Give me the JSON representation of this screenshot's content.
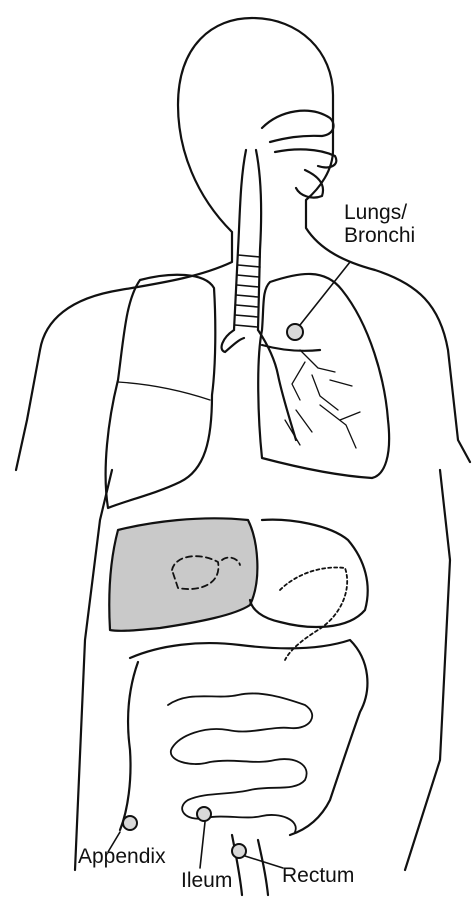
{
  "labels": {
    "lungs_line1": "Lungs/",
    "lungs_line2": "Bronchi",
    "appendix": "Appendix",
    "ileum": "Ileum",
    "rectum": "Rectum"
  },
  "colors": {
    "outline": "#111111",
    "liver_fill": "#c9c9c9",
    "marker_fill": "#d9d9d9",
    "background": "#ffffff"
  }
}
